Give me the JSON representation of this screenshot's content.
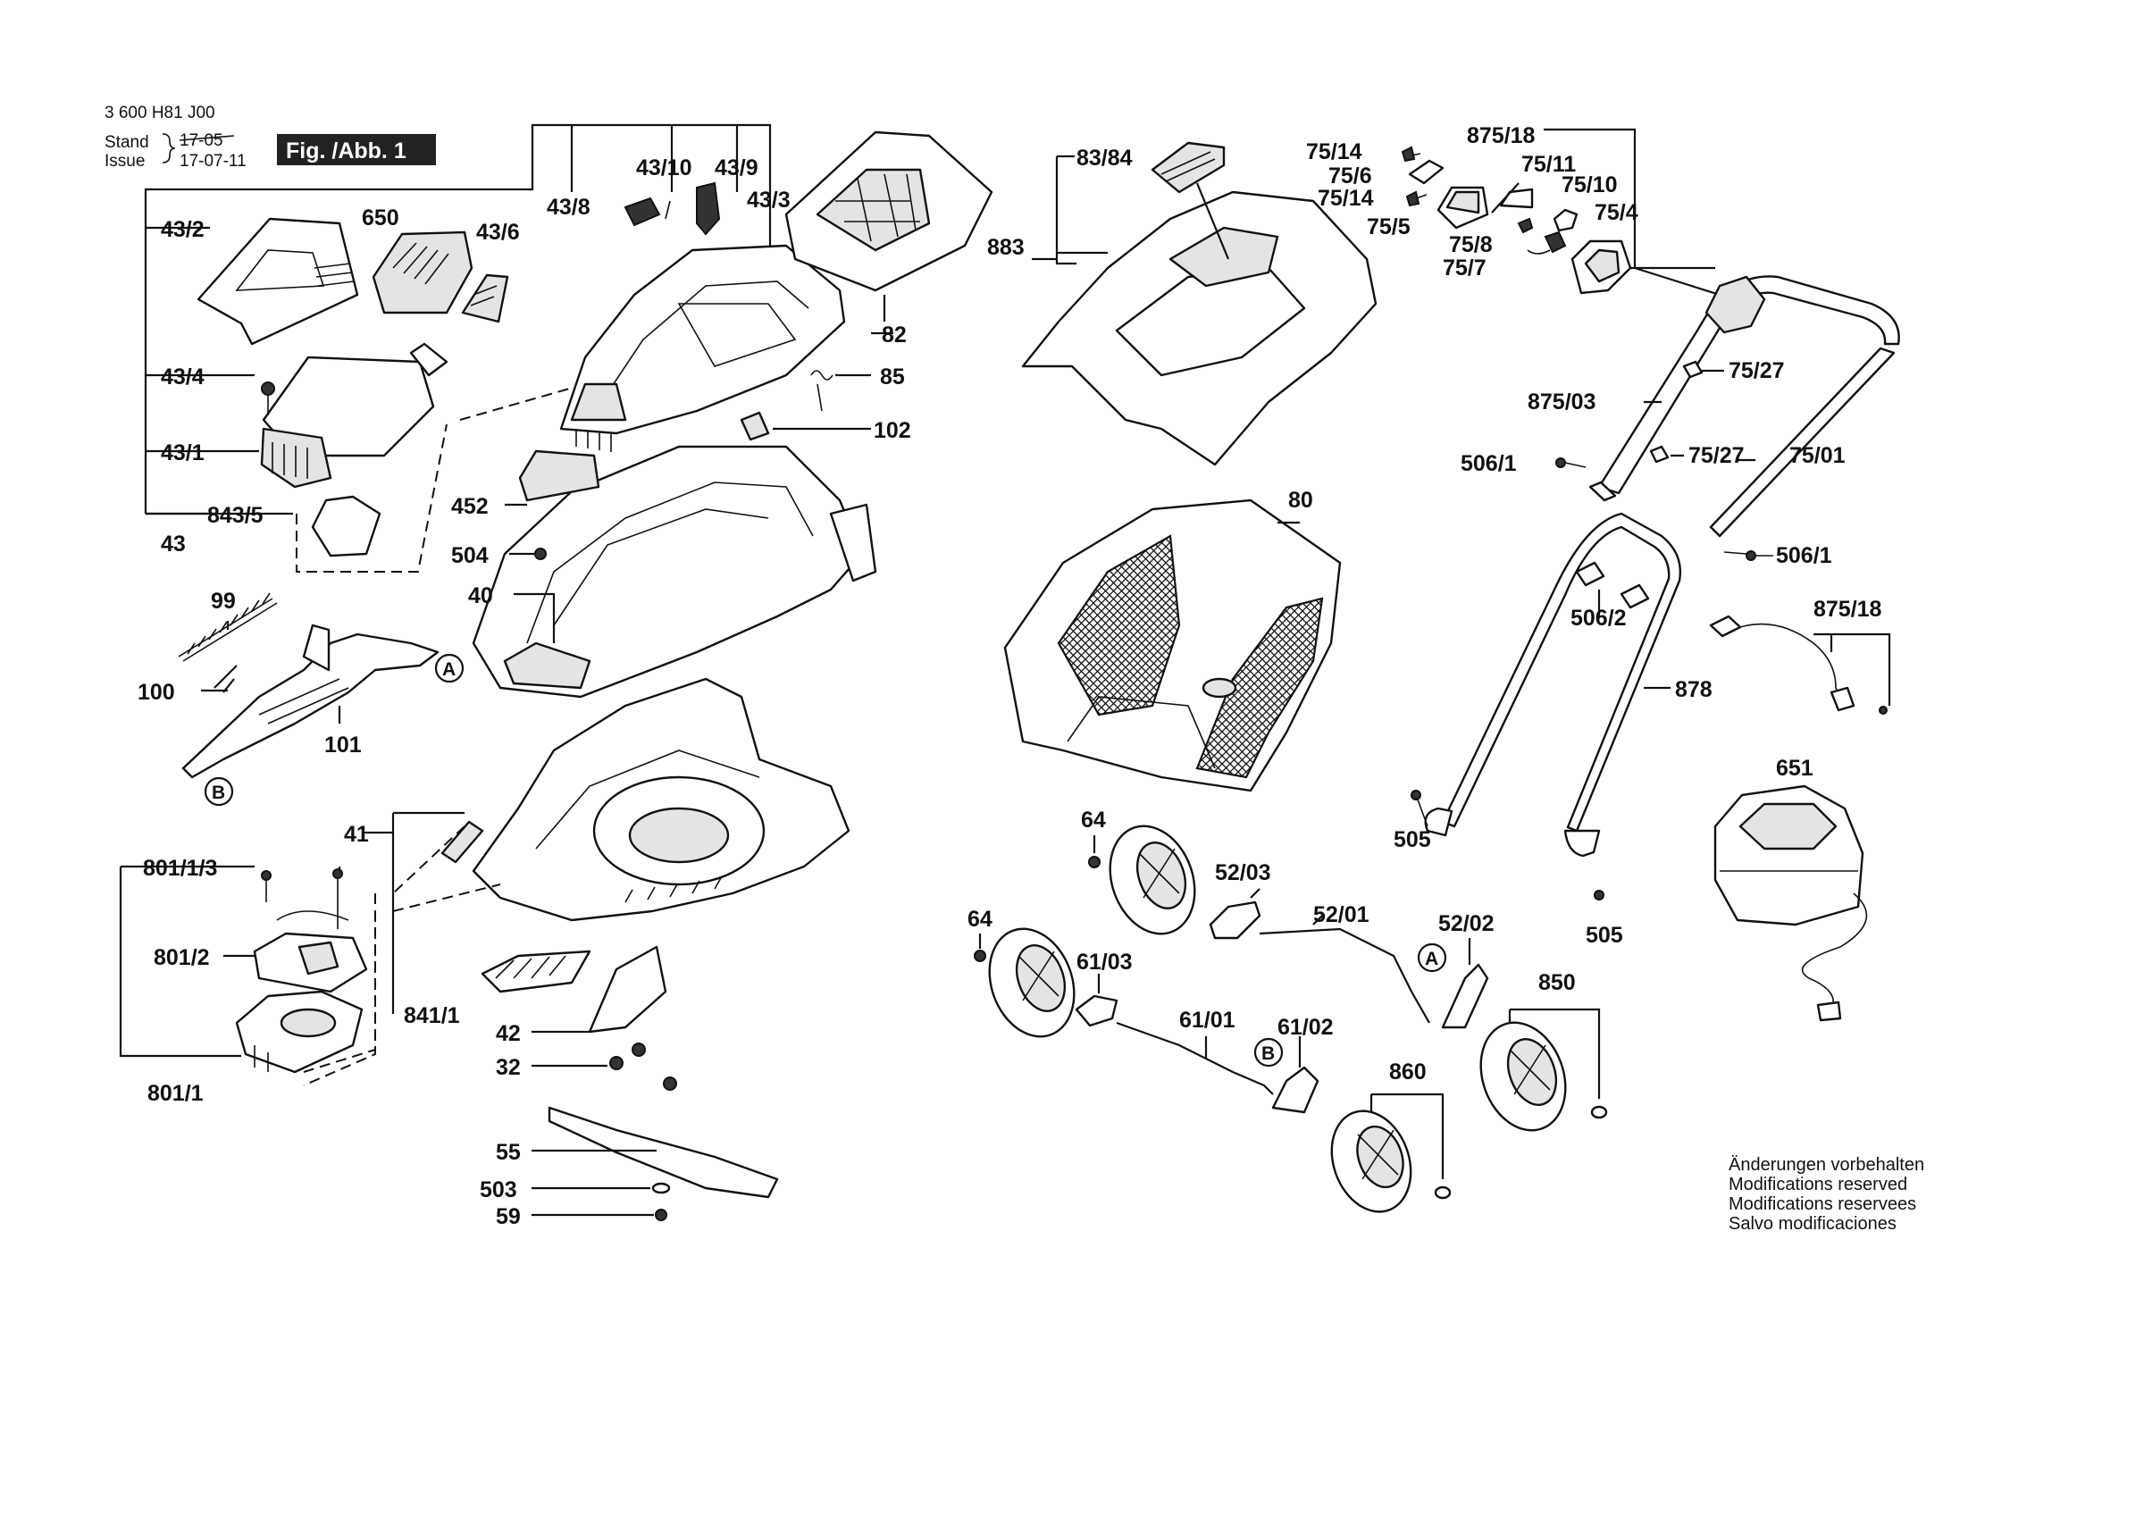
{
  "header": {
    "drawing_number": "3 600 H81 J00",
    "stand_label": "Stand",
    "stand_value": "17-05",
    "issue_label": "Issue",
    "issue_value": "17-07-11",
    "figure_badge": "Fig. /Abb. 1"
  },
  "reference_markers": {
    "a": "A",
    "b": "B"
  },
  "part_labels": {
    "p43_2": "43/2",
    "p650": "650",
    "p43_6": "43/6",
    "p43_8": "43/8",
    "p43_10": "43/10",
    "p43_9": "43/9",
    "p43_3": "43/3",
    "p82": "82",
    "p85": "85",
    "p102": "102",
    "p43_4": "43/4",
    "p43_1": "43/1",
    "p843_5": "843/5",
    "p43": "43",
    "p452": "452",
    "p504": "504",
    "p40": "40",
    "p99": "99",
    "p100": "100",
    "p101": "101",
    "p41": "41",
    "p801_1_3": "801/1/3",
    "p801_2": "801/2",
    "p841_1": "841/1",
    "p801_1": "801/1",
    "p42": "42",
    "p32": "32",
    "p55": "55",
    "p503": "503",
    "p59": "59",
    "p83_84": "83/84",
    "p883": "883",
    "p80": "80",
    "p75_14a": "75/14",
    "p75_6": "75/6",
    "p75_14b": "75/14",
    "p75_5": "75/5",
    "p875_18a": "875/18",
    "p75_11": "75/11",
    "p75_10": "75/10",
    "p75_4": "75/4",
    "p75_8": "75/8",
    "p75_7": "75/7",
    "p75_27a": "75/27",
    "p875_03": "875/03",
    "p506_1a": "506/1",
    "p75_27b": "75/27",
    "p75_01": "75/01",
    "p506_1b": "506/1",
    "p506_2": "506/2",
    "p875_18b": "875/18",
    "p878": "878",
    "p651": "651",
    "p505a": "505",
    "p505b": "505",
    "p64a": "64",
    "p52_03": "52/03",
    "p52_01": "52/01",
    "p52_02": "52/02",
    "p64b": "64",
    "p61_03": "61/03",
    "p61_01": "61/01",
    "p61_02": "61/02",
    "p850": "850",
    "p860": "860"
  },
  "notes": {
    "line1": "Änderungen vorbehalten",
    "line2": "Modifications reserved",
    "line3": "Modifications reservees",
    "line4": "Salvo modificaciones"
  }
}
